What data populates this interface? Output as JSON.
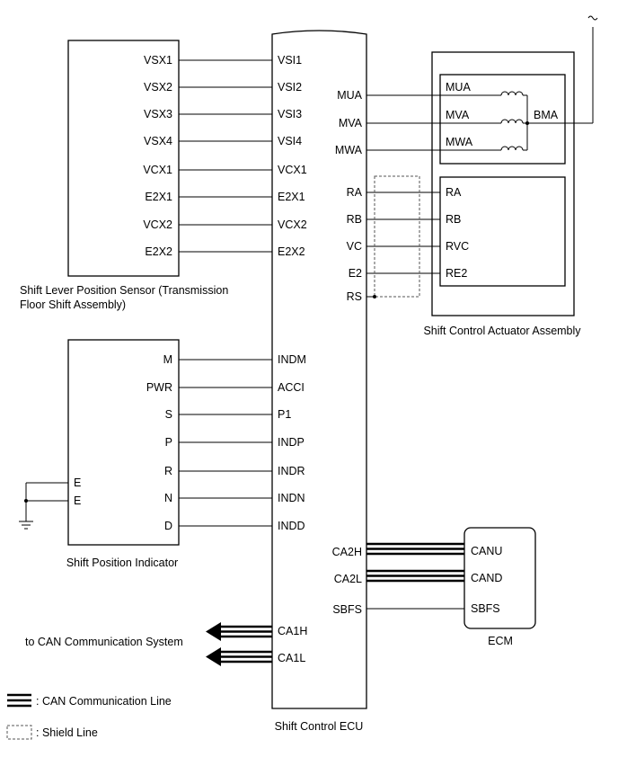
{
  "ecu": {
    "title": "Shift Control ECU"
  },
  "lever_sensor": {
    "title_line1": "Shift Lever Position Sensor (Transmission",
    "title_line2": "Floor Shift Assembly)",
    "pins": [
      "VSX1",
      "VSX2",
      "VSX3",
      "VSX4",
      "VCX1",
      "E2X1",
      "VCX2",
      "E2X2"
    ],
    "ecu_pins": [
      "VSI1",
      "VSI2",
      "VSI3",
      "VSI4",
      "VCX1",
      "E2X1",
      "VCX2",
      "E2X2"
    ]
  },
  "indicator": {
    "title": "Shift Position Indicator",
    "pins": [
      "M",
      "PWR",
      "S",
      "P",
      "R",
      "N",
      "D"
    ],
    "ecu_pins": [
      "INDM",
      "ACCI",
      "P1",
      "INDP",
      "INDR",
      "INDN",
      "INDD"
    ],
    "ground_pins": [
      "E",
      "E"
    ]
  },
  "actuator": {
    "title": "Shift Control Actuator Assembly",
    "motor_ecu_pins": [
      "MUA",
      "MVA",
      "MWA"
    ],
    "motor_pins": [
      "MUA",
      "MVA",
      "MWA"
    ],
    "common": "BMA",
    "sensor_ecu_pins": [
      "RA",
      "RB",
      "VC",
      "E2"
    ],
    "sensor_pins": [
      "RA",
      "RB",
      "RVC",
      "RE2"
    ],
    "shield_pin": "RS"
  },
  "ecm": {
    "title": "ECM",
    "ecu_pins": [
      "CA2H",
      "CA2L",
      "SBFS"
    ],
    "pins": [
      "CANU",
      "CAND",
      "SBFS"
    ]
  },
  "can_system": {
    "label": "to CAN Communication System",
    "ecu_pins": [
      "CA1H",
      "CA1L"
    ]
  },
  "legend": {
    "can_line": ": CAN Communication Line",
    "shield_line": ": Shield Line"
  }
}
